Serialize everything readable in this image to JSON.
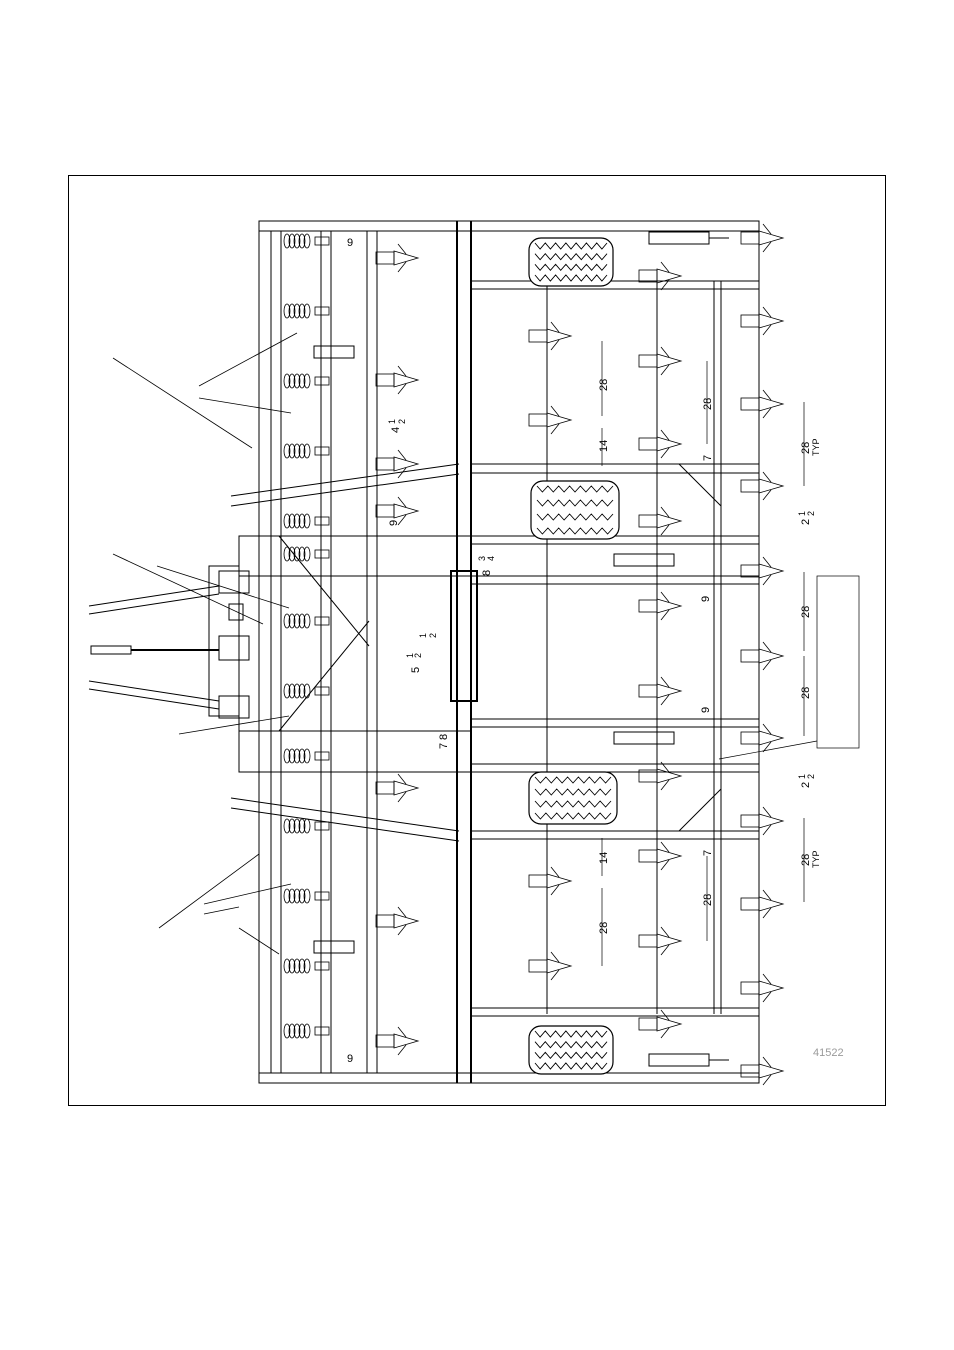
{
  "figure": {
    "id": "41522"
  },
  "dimensions": {
    "top_left": [
      "9",
      "9"
    ],
    "left_upper": [
      "4",
      "1",
      "2"
    ],
    "center": [
      "8",
      "3",
      "4",
      "1",
      "2",
      "5",
      "1",
      "2",
      "7",
      "8",
      "9"
    ],
    "middle_col": [
      "28",
      "14",
      "14",
      "28"
    ],
    "right_inner": [
      "28",
      "7",
      "9",
      "9",
      "7",
      "28"
    ],
    "right_outer": [
      "28",
      "TYP",
      "2",
      "1",
      "2",
      "28",
      "28",
      "2",
      "1",
      "2",
      "28",
      "TYP"
    ]
  },
  "colors": {
    "line": "#000000",
    "background": "#ffffff",
    "id_text": "#9a9a9a"
  }
}
